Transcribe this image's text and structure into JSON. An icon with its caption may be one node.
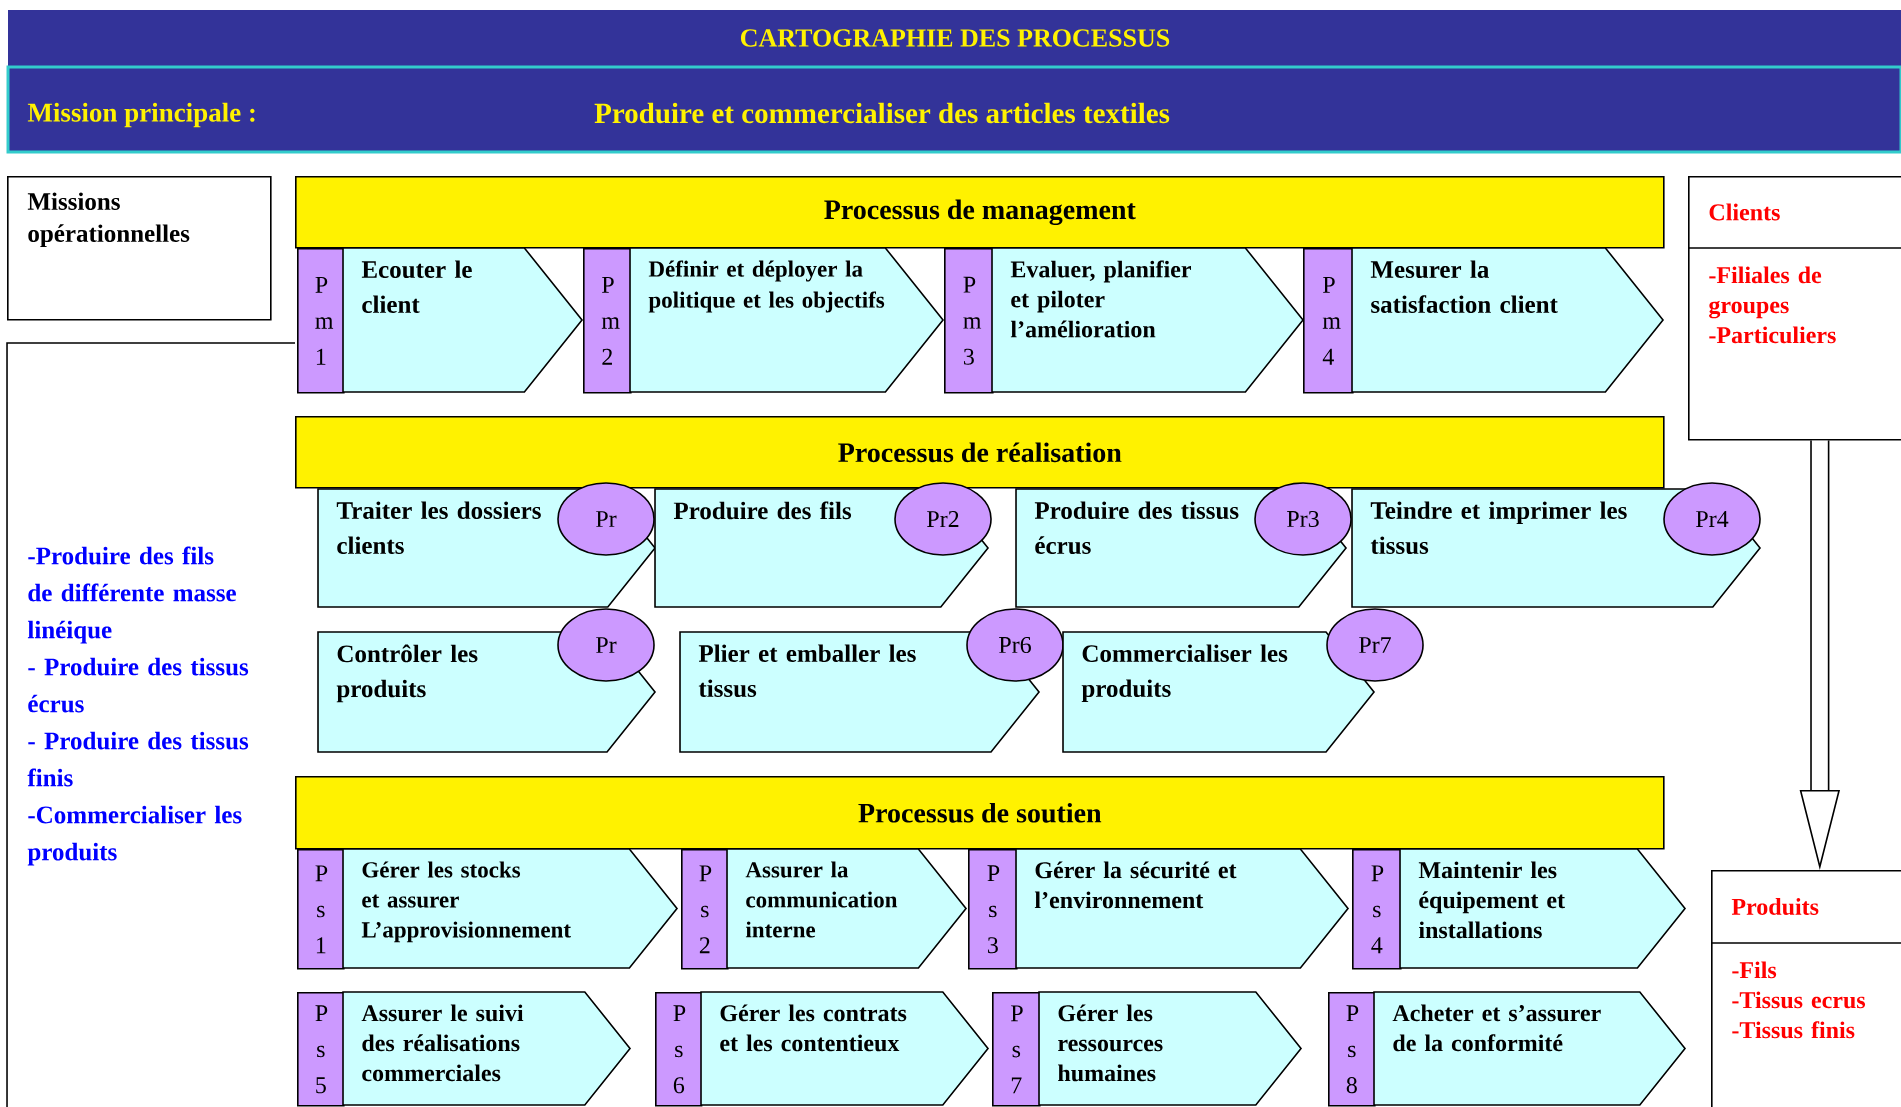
{
  "diagram": {
    "title": "CARTOGRAPHIE DES PROCESSUS",
    "nodes": [
      {
        "text": [
          "Mission principale :",
          "Produire et commercialiser des articles textiles"
        ]
      },
      {
        "text": [
          "Missions opérationnelles"
        ]
      },
      {
        "text": [
          "-Produire des fils de différente masse linéique",
          "- Produire des tissus écrus",
          "- Produire des tissus finis",
          "-Commercialiser les produits"
        ]
      },
      {
        "text": [
          "Processus de management"
        ]
      },
      {
        "text": [
          "P m 1"
        ]
      },
      {
        "text": [
          "Ecouter le client"
        ]
      },
      {
        "text": [
          "P m 2"
        ]
      },
      {
        "text": [
          "Définir et déployer la politique et les objectifs"
        ]
      },
      {
        "text": [
          "P m 3"
        ]
      },
      {
        "text": [
          "Evaluer, planifier et piloter l’amélioration"
        ]
      },
      {
        "text": [
          "P m 4"
        ]
      },
      {
        "text": [
          "Mesurer la satisfaction client"
        ]
      },
      {
        "text": [
          "Processus de réalisation"
        ]
      },
      {
        "text": [
          "Traiter les dossiers clients"
        ]
      },
      {
        "text": [
          "Pr"
        ]
      },
      {
        "text": [
          "Produire des fils"
        ]
      },
      {
        "text": [
          "Pr2"
        ]
      },
      {
        "text": [
          "Produire des tissus écrus"
        ]
      },
      {
        "text": [
          "Pr3"
        ]
      },
      {
        "text": [
          "Teindre et imprimer les tissus"
        ]
      },
      {
        "text": [
          "Pr4"
        ]
      },
      {
        "text": [
          "Contrôler les produits"
        ]
      },
      {
        "text": [
          "Pr"
        ]
      },
      {
        "text": [
          "Plier et emballer les tissus"
        ]
      },
      {
        "text": [
          "Pr6"
        ]
      },
      {
        "text": [
          "Commercialiser les produits"
        ]
      },
      {
        "text": [
          "Pr7"
        ]
      },
      {
        "text": [
          "Processus de soutien"
        ]
      },
      {
        "text": [
          "P s 1"
        ]
      },
      {
        "text": [
          "Gérer les stocks et assurer L’approvisionnement"
        ]
      },
      {
        "text": [
          "P s 2"
        ]
      },
      {
        "text": [
          "Assurer la communication interne"
        ]
      },
      {
        "text": [
          "P s 3"
        ]
      },
      {
        "text": [
          "Gérer la sécurité et l’environnement"
        ]
      },
      {
        "text": [
          "P s 4"
        ]
      },
      {
        "text": [
          "Maintenir les équipement et installations"
        ]
      },
      {
        "text": [
          "P s 5"
        ]
      },
      {
        "text": [
          "Assurer le suivi des réalisations commerciales"
        ]
      },
      {
        "text": [
          "P s 6"
        ]
      },
      {
        "text": [
          "Gérer les contrats et les contentieux"
        ]
      },
      {
        "text": [
          "P s 7"
        ]
      },
      {
        "text": [
          "Gérer les ressources humaines"
        ]
      },
      {
        "text": [
          "P s 8"
        ]
      },
      {
        "text": [
          "Acheter et s’assurer de la conformité"
        ]
      },
      {
        "text": [
          "Clients",
          "-Filiales de groupes",
          "-Particuliers"
        ]
      },
      {
        "text": [
          "Produits",
          "-Fils",
          "-Tissus ecrus",
          "-Tissus finis"
        ]
      }
    ],
    "edges": [
      {
        "from": 44,
        "to": 45,
        "arrow": "to"
      }
    ]
  }
}
